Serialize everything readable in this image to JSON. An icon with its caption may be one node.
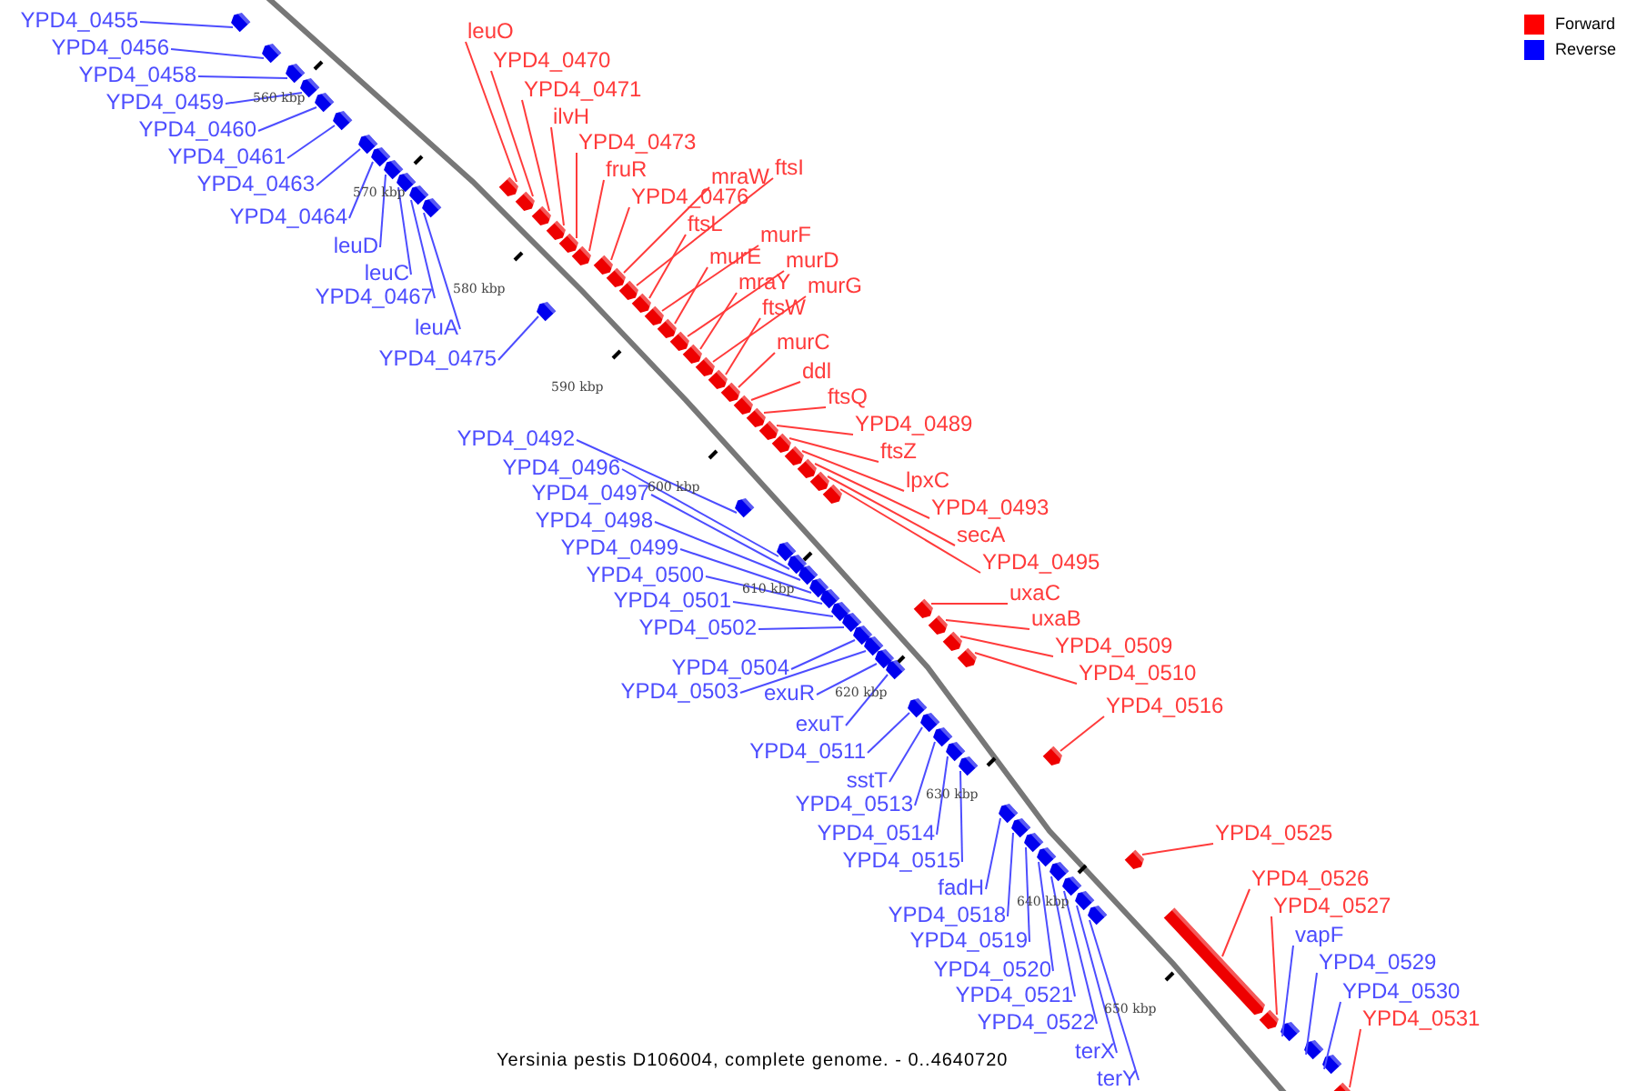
{
  "diagram": {
    "caption": "Yersinia pestis D106004, complete genome. - 0..4640720",
    "nodes": [
      {
        "text": [
          "YPD4_0455"
        ]
      },
      {
        "text": [
          "YPD4_0456"
        ]
      },
      {
        "text": [
          "YPD4_0458"
        ]
      },
      {
        "text": [
          "YPD4_0459"
        ]
      },
      {
        "text": [
          "YPD4_0460"
        ]
      },
      {
        "text": [
          "YPD4_0461"
        ]
      },
      {
        "text": [
          "YPD4_0463"
        ]
      },
      {
        "text": [
          "YPD4_0464"
        ]
      },
      {
        "text": [
          "leuD"
        ]
      },
      {
        "text": [
          "leuC"
        ]
      },
      {
        "text": [
          "YPD4_0467"
        ]
      },
      {
        "text": [
          "leuA"
        ]
      },
      {
        "text": [
          "YPD4_0475"
        ]
      },
      {
        "text": [
          "YPD4_0492"
        ]
      },
      {
        "text": [
          "YPD4_0496"
        ]
      },
      {
        "text": [
          "YPD4_0497"
        ]
      },
      {
        "text": [
          "YPD4_0498"
        ]
      },
      {
        "text": [
          "YPD4_0499"
        ]
      },
      {
        "text": [
          "YPD4_0500"
        ]
      },
      {
        "text": [
          "YPD4_0501"
        ]
      },
      {
        "text": [
          "YPD4_0502"
        ]
      },
      {
        "text": [
          "YPD4_0504"
        ]
      },
      {
        "text": [
          "YPD4_0503"
        ]
      },
      {
        "text": [
          "exuR"
        ]
      },
      {
        "text": [
          "exuT"
        ]
      },
      {
        "text": [
          "YPD4_0511"
        ]
      },
      {
        "text": [
          "sstT"
        ]
      },
      {
        "text": [
          "YPD4_0513"
        ]
      },
      {
        "text": [
          "YPD4_0514"
        ]
      },
      {
        "text": [
          "YPD4_0515"
        ]
      },
      {
        "text": [
          "fadH"
        ]
      },
      {
        "text": [
          "YPD4_0518"
        ]
      },
      {
        "text": [
          "YPD4_0519"
        ]
      },
      {
        "text": [
          "YPD4_0520"
        ]
      },
      {
        "text": [
          "YPD4_0521"
        ]
      },
      {
        "text": [
          "YPD4_0522"
        ]
      },
      {
        "text": [
          "terX"
        ]
      },
      {
        "text": [
          "terY"
        ]
      },
      {
        "text": [
          "leuO"
        ]
      },
      {
        "text": [
          "YPD4_0470"
        ]
      },
      {
        "text": [
          "YPD4_0471"
        ]
      },
      {
        "text": [
          "ilvH"
        ]
      },
      {
        "text": [
          "YPD4_0473"
        ]
      },
      {
        "text": [
          "fruR"
        ]
      },
      {
        "text": [
          "YPD4_0476"
        ]
      },
      {
        "text": [
          "mraW"
        ]
      },
      {
        "text": [
          "ftsI"
        ]
      },
      {
        "text": [
          "ftsL"
        ]
      },
      {
        "text": [
          "murF"
        ]
      },
      {
        "text": [
          "murE"
        ]
      },
      {
        "text": [
          "murD"
        ]
      },
      {
        "text": [
          "mraY"
        ]
      },
      {
        "text": [
          "murG"
        ]
      },
      {
        "text": [
          "ftsW"
        ]
      },
      {
        "text": [
          "murC"
        ]
      },
      {
        "text": [
          "ddl"
        ]
      },
      {
        "text": [
          "ftsQ"
        ]
      },
      {
        "text": [
          "YPD4_0489"
        ]
      },
      {
        "text": [
          "ftsZ"
        ]
      },
      {
        "text": [
          "lpxC"
        ]
      },
      {
        "text": [
          "YPD4_0493"
        ]
      },
      {
        "text": [
          "secA"
        ]
      },
      {
        "text": [
          "YPD4_0495"
        ]
      },
      {
        "text": [
          "uxaC"
        ]
      },
      {
        "text": [
          "uxaB"
        ]
      },
      {
        "text": [
          "YPD4_0509"
        ]
      },
      {
        "text": [
          "YPD4_0510"
        ]
      },
      {
        "text": [
          "YPD4_0516"
        ]
      },
      {
        "text": [
          "YPD4_0525"
        ]
      },
      {
        "text": [
          "YPD4_0526"
        ]
      },
      {
        "text": [
          "YPD4_0527"
        ]
      },
      {
        "text": [
          "vapF"
        ]
      },
      {
        "text": [
          "YPD4_0529"
        ]
      },
      {
        "text": [
          "YPD4_0530"
        ]
      },
      {
        "text": [
          "YPD4_0531"
        ]
      },
      {
        "text": [],
        "shape": "box"
      },
      {
        "text": [],
        "shape": "box"
      },
      {
        "text": [],
        "shape": "box"
      },
      {
        "text": [],
        "shape": "box"
      },
      {
        "text": [],
        "shape": "box"
      },
      {
        "text": [],
        "shape": "box"
      },
      {
        "text": [],
        "shape": "box"
      },
      {
        "text": [],
        "shape": "box"
      },
      {
        "text": [],
        "shape": "box"
      },
      {
        "text": [],
        "shape": "box"
      },
      {
        "text": [],
        "shape": "box"
      },
      {
        "text": [],
        "shape": "box"
      },
      {
        "text": [],
        "shape": "box"
      },
      {
        "text": [],
        "shape": "box"
      },
      {
        "text": [],
        "shape": "box"
      },
      {
        "text": [],
        "shape": "box"
      },
      {
        "text": [],
        "shape": "box"
      },
      {
        "text": [],
        "shape": "box"
      },
      {
        "text": [],
        "shape": "box"
      },
      {
        "text": [],
        "shape": "box"
      },
      {
        "text": [],
        "shape": "box"
      },
      {
        "text": [],
        "shape": "box"
      },
      {
        "text": [],
        "shape": "box"
      },
      {
        "text": [],
        "shape": "box"
      },
      {
        "text": [],
        "shape": "box"
      },
      {
        "text": [],
        "shape": "box"
      },
      {
        "text": [],
        "shape": "box"
      },
      {
        "text": [],
        "shape": "box"
      },
      {
        "text": [],
        "shape": "box"
      },
      {
        "text": [],
        "shape": "box"
      },
      {
        "text": [],
        "shape": "box"
      },
      {
        "text": [],
        "shape": "box"
      },
      {
        "text": [],
        "shape": "box"
      },
      {
        "text": [],
        "shape": "box"
      },
      {
        "text": [],
        "shape": "box"
      },
      {
        "text": [],
        "shape": "box"
      },
      {
        "text": [],
        "shape": "box"
      },
      {
        "text": [],
        "shape": "box"
      },
      {
        "text": [],
        "shape": "box"
      },
      {
        "text": [],
        "shape": "box"
      },
      {
        "text": [],
        "shape": "box"
      },
      {
        "text": [],
        "shape": "box"
      },
      {
        "text": [],
        "shape": "box"
      },
      {
        "text": [],
        "shape": "box"
      },
      {
        "text": [],
        "shape": "box"
      },
      {
        "text": [],
        "shape": "box"
      },
      {
        "text": [],
        "shape": "box"
      },
      {
        "text": [],
        "shape": "box"
      },
      {
        "text": [],
        "shape": "box"
      },
      {
        "text": [],
        "shape": "box"
      },
      {
        "text": [],
        "shape": "box"
      },
      {
        "text": [],
        "shape": "box"
      },
      {
        "text": [],
        "shape": "box"
      },
      {
        "text": [],
        "shape": "box"
      },
      {
        "text": [],
        "shape": "box"
      },
      {
        "text": [],
        "shape": "box"
      },
      {
        "text": [],
        "shape": "box"
      },
      {
        "text": [],
        "shape": "box"
      },
      {
        "text": [],
        "shape": "box"
      },
      {
        "text": [],
        "shape": "box"
      },
      {
        "text": [],
        "shape": "box"
      },
      {
        "text": [],
        "shape": "box"
      },
      {
        "text": [],
        "shape": "box"
      },
      {
        "text": [],
        "shape": "box"
      },
      {
        "text": [],
        "shape": "box"
      },
      {
        "text": [],
        "shape": "box"
      },
      {
        "text": [],
        "shape": "box"
      },
      {
        "text": [],
        "shape": "box"
      },
      {
        "text": [],
        "shape": "box"
      },
      {
        "text": [],
        "shape": "box"
      },
      {
        "text": [],
        "shape": "box"
      },
      {
        "text": [],
        "shape": "box"
      },
      {
        "text": [],
        "shape": "box"
      },
      {
        "text": [],
        "shape": "box"
      },
      {
        "text": [],
        "shape": "box"
      }
    ],
    "edges": [
      {
        "from": 0,
        "to": 75,
        "arrow": "none",
        "color": "#4d4dff"
      },
      {
        "from": 1,
        "to": 76,
        "arrow": "none",
        "color": "#4d4dff"
      },
      {
        "from": 2,
        "to": 77,
        "arrow": "none",
        "color": "#4d4dff"
      },
      {
        "from": 3,
        "to": 78,
        "arrow": "none",
        "color": "#4d4dff"
      },
      {
        "from": 4,
        "to": 79,
        "arrow": "none",
        "color": "#4d4dff"
      },
      {
        "from": 5,
        "to": 80,
        "arrow": "none",
        "color": "#4d4dff"
      },
      {
        "from": 6,
        "to": 81,
        "arrow": "none",
        "color": "#4d4dff"
      },
      {
        "from": 7,
        "to": 82,
        "arrow": "none",
        "color": "#4d4dff"
      },
      {
        "from": 8,
        "to": 83,
        "arrow": "none",
        "color": "#4d4dff"
      },
      {
        "from": 9,
        "to": 84,
        "arrow": "none",
        "color": "#4d4dff"
      },
      {
        "from": 10,
        "to": 85,
        "arrow": "none",
        "color": "#4d4dff"
      },
      {
        "from": 11,
        "to": 86,
        "arrow": "none",
        "color": "#4d4dff"
      },
      {
        "from": 12,
        "to": 87,
        "arrow": "none",
        "color": "#4d4dff"
      },
      {
        "from": 13,
        "to": 88,
        "arrow": "none",
        "color": "#4d4dff"
      },
      {
        "from": 14,
        "to": 89,
        "arrow": "none",
        "color": "#4d4dff"
      },
      {
        "from": 15,
        "to": 90,
        "arrow": "none",
        "color": "#4d4dff"
      },
      {
        "from": 16,
        "to": 91,
        "arrow": "none",
        "color": "#4d4dff"
      },
      {
        "from": 17,
        "to": 92,
        "arrow": "none",
        "color": "#4d4dff"
      },
      {
        "from": 18,
        "to": 93,
        "arrow": "none",
        "color": "#4d4dff"
      },
      {
        "from": 19,
        "to": 94,
        "arrow": "none",
        "color": "#4d4dff"
      },
      {
        "from": 20,
        "to": 95,
        "arrow": "none",
        "color": "#4d4dff"
      },
      {
        "from": 21,
        "to": 96,
        "arrow": "none",
        "color": "#4d4dff"
      },
      {
        "from": 22,
        "to": 97,
        "arrow": "none",
        "color": "#4d4dff"
      },
      {
        "from": 23,
        "to": 98,
        "arrow": "none",
        "color": "#4d4dff"
      },
      {
        "from": 24,
        "to": 99,
        "arrow": "none",
        "color": "#4d4dff"
      },
      {
        "from": 25,
        "to": 100,
        "arrow": "none",
        "color": "#4d4dff"
      },
      {
        "from": 26,
        "to": 101,
        "arrow": "none",
        "color": "#4d4dff"
      },
      {
        "from": 27,
        "to": 102,
        "arrow": "none",
        "color": "#4d4dff"
      },
      {
        "from": 28,
        "to": 103,
        "arrow": "none",
        "color": "#4d4dff"
      },
      {
        "from": 29,
        "to": 104,
        "arrow": "none",
        "color": "#4d4dff"
      },
      {
        "from": 30,
        "to": 105,
        "arrow": "none",
        "color": "#4d4dff"
      },
      {
        "from": 31,
        "to": 106,
        "arrow": "none",
        "color": "#4d4dff"
      },
      {
        "from": 32,
        "to": 107,
        "arrow": "none",
        "color": "#4d4dff"
      },
      {
        "from": 33,
        "to": 108,
        "arrow": "none",
        "color": "#4d4dff"
      },
      {
        "from": 34,
        "to": 109,
        "arrow": "none",
        "color": "#4d4dff"
      },
      {
        "from": 35,
        "to": 110,
        "arrow": "none",
        "color": "#4d4dff"
      },
      {
        "from": 36,
        "to": 111,
        "arrow": "none",
        "color": "#4d4dff"
      },
      {
        "from": 37,
        "to": 112,
        "arrow": "none",
        "color": "#4d4dff"
      },
      {
        "from": 38,
        "to": 113,
        "arrow": "none",
        "color": "#ff3b3b"
      },
      {
        "from": 39,
        "to": 114,
        "arrow": "none",
        "color": "#ff3b3b"
      },
      {
        "from": 40,
        "to": 115,
        "arrow": "none",
        "color": "#ff3b3b"
      },
      {
        "from": 41,
        "to": 116,
        "arrow": "none",
        "color": "#ff3b3b"
      },
      {
        "from": 42,
        "to": 117,
        "arrow": "none",
        "color": "#ff3b3b"
      },
      {
        "from": 43,
        "to": 118,
        "arrow": "none",
        "color": "#ff3b3b"
      },
      {
        "from": 44,
        "to": 119,
        "arrow": "none",
        "color": "#ff3b3b"
      },
      {
        "from": 45,
        "to": 120,
        "arrow": "none",
        "color": "#ff3b3b"
      },
      {
        "from": 46,
        "to": 121,
        "arrow": "none",
        "color": "#ff3b3b"
      },
      {
        "from": 47,
        "to": 122,
        "arrow": "none",
        "color": "#ff3b3b"
      },
      {
        "from": 48,
        "to": 123,
        "arrow": "none",
        "color": "#ff3b3b"
      },
      {
        "from": 49,
        "to": 124,
        "arrow": "none",
        "color": "#ff3b3b"
      },
      {
        "from": 50,
        "to": 125,
        "arrow": "none",
        "color": "#ff3b3b"
      },
      {
        "from": 51,
        "to": 126,
        "arrow": "none",
        "color": "#ff3b3b"
      },
      {
        "from": 52,
        "to": 127,
        "arrow": "none",
        "color": "#ff3b3b"
      },
      {
        "from": 53,
        "to": 128,
        "arrow": "none",
        "color": "#ff3b3b"
      },
      {
        "from": 54,
        "to": 129,
        "arrow": "none",
        "color": "#ff3b3b"
      },
      {
        "from": 55,
        "to": 130,
        "arrow": "none",
        "color": "#ff3b3b"
      },
      {
        "from": 56,
        "to": 131,
        "arrow": "none",
        "color": "#ff3b3b"
      },
      {
        "from": 57,
        "to": 132,
        "arrow": "none",
        "color": "#ff3b3b"
      },
      {
        "from": 58,
        "to": 133,
        "arrow": "none",
        "color": "#ff3b3b"
      },
      {
        "from": 59,
        "to": 134,
        "arrow": "none",
        "color": "#ff3b3b"
      },
      {
        "from": 60,
        "to": 135,
        "arrow": "none",
        "color": "#ff3b3b"
      },
      {
        "from": 61,
        "to": 136,
        "arrow": "none",
        "color": "#ff3b3b"
      },
      {
        "from": 62,
        "to": 137,
        "arrow": "none",
        "color": "#ff3b3b"
      },
      {
        "from": 63,
        "to": 138,
        "arrow": "none",
        "color": "#ff3b3b"
      },
      {
        "from": 64,
        "to": 139,
        "arrow": "none",
        "color": "#ff3b3b"
      },
      {
        "from": 65,
        "to": 140,
        "arrow": "none",
        "color": "#ff3b3b"
      },
      {
        "from": 66,
        "to": 141,
        "arrow": "none",
        "color": "#ff3b3b"
      },
      {
        "from": 67,
        "to": 142,
        "arrow": "none",
        "color": "#ff3b3b"
      },
      {
        "from": 68,
        "to": 143,
        "arrow": "none",
        "color": "#ff3b3b"
      },
      {
        "from": 69,
        "to": 144,
        "arrow": "none",
        "color": "#ff3b3b"
      },
      {
        "from": 70,
        "to": 145,
        "arrow": "none",
        "color": "#ff3b3b"
      },
      {
        "from": 71,
        "to": 146,
        "arrow": "none",
        "color": "#4d4dff"
      },
      {
        "from": 72,
        "to": 147,
        "arrow": "none",
        "color": "#4d4dff"
      },
      {
        "from": 73,
        "to": 148,
        "arrow": "none",
        "color": "#4d4dff"
      },
      {
        "from": 74,
        "to": 149,
        "arrow": "none",
        "color": "#ff3b3b"
      }
    ],
    "labels": [
      "560 kbp",
      "570 kbp",
      "580 kbp",
      "590 kbp",
      "600 kbp",
      "610 kbp",
      "620 kbp",
      "630 kbp",
      "640 kbp",
      "650 kbp"
    ],
    "legend": [
      {
        "text": "Forward",
        "color": "#ff0000"
      },
      {
        "text": "Reverse",
        "color": "#0000ff"
      }
    ]
  }
}
